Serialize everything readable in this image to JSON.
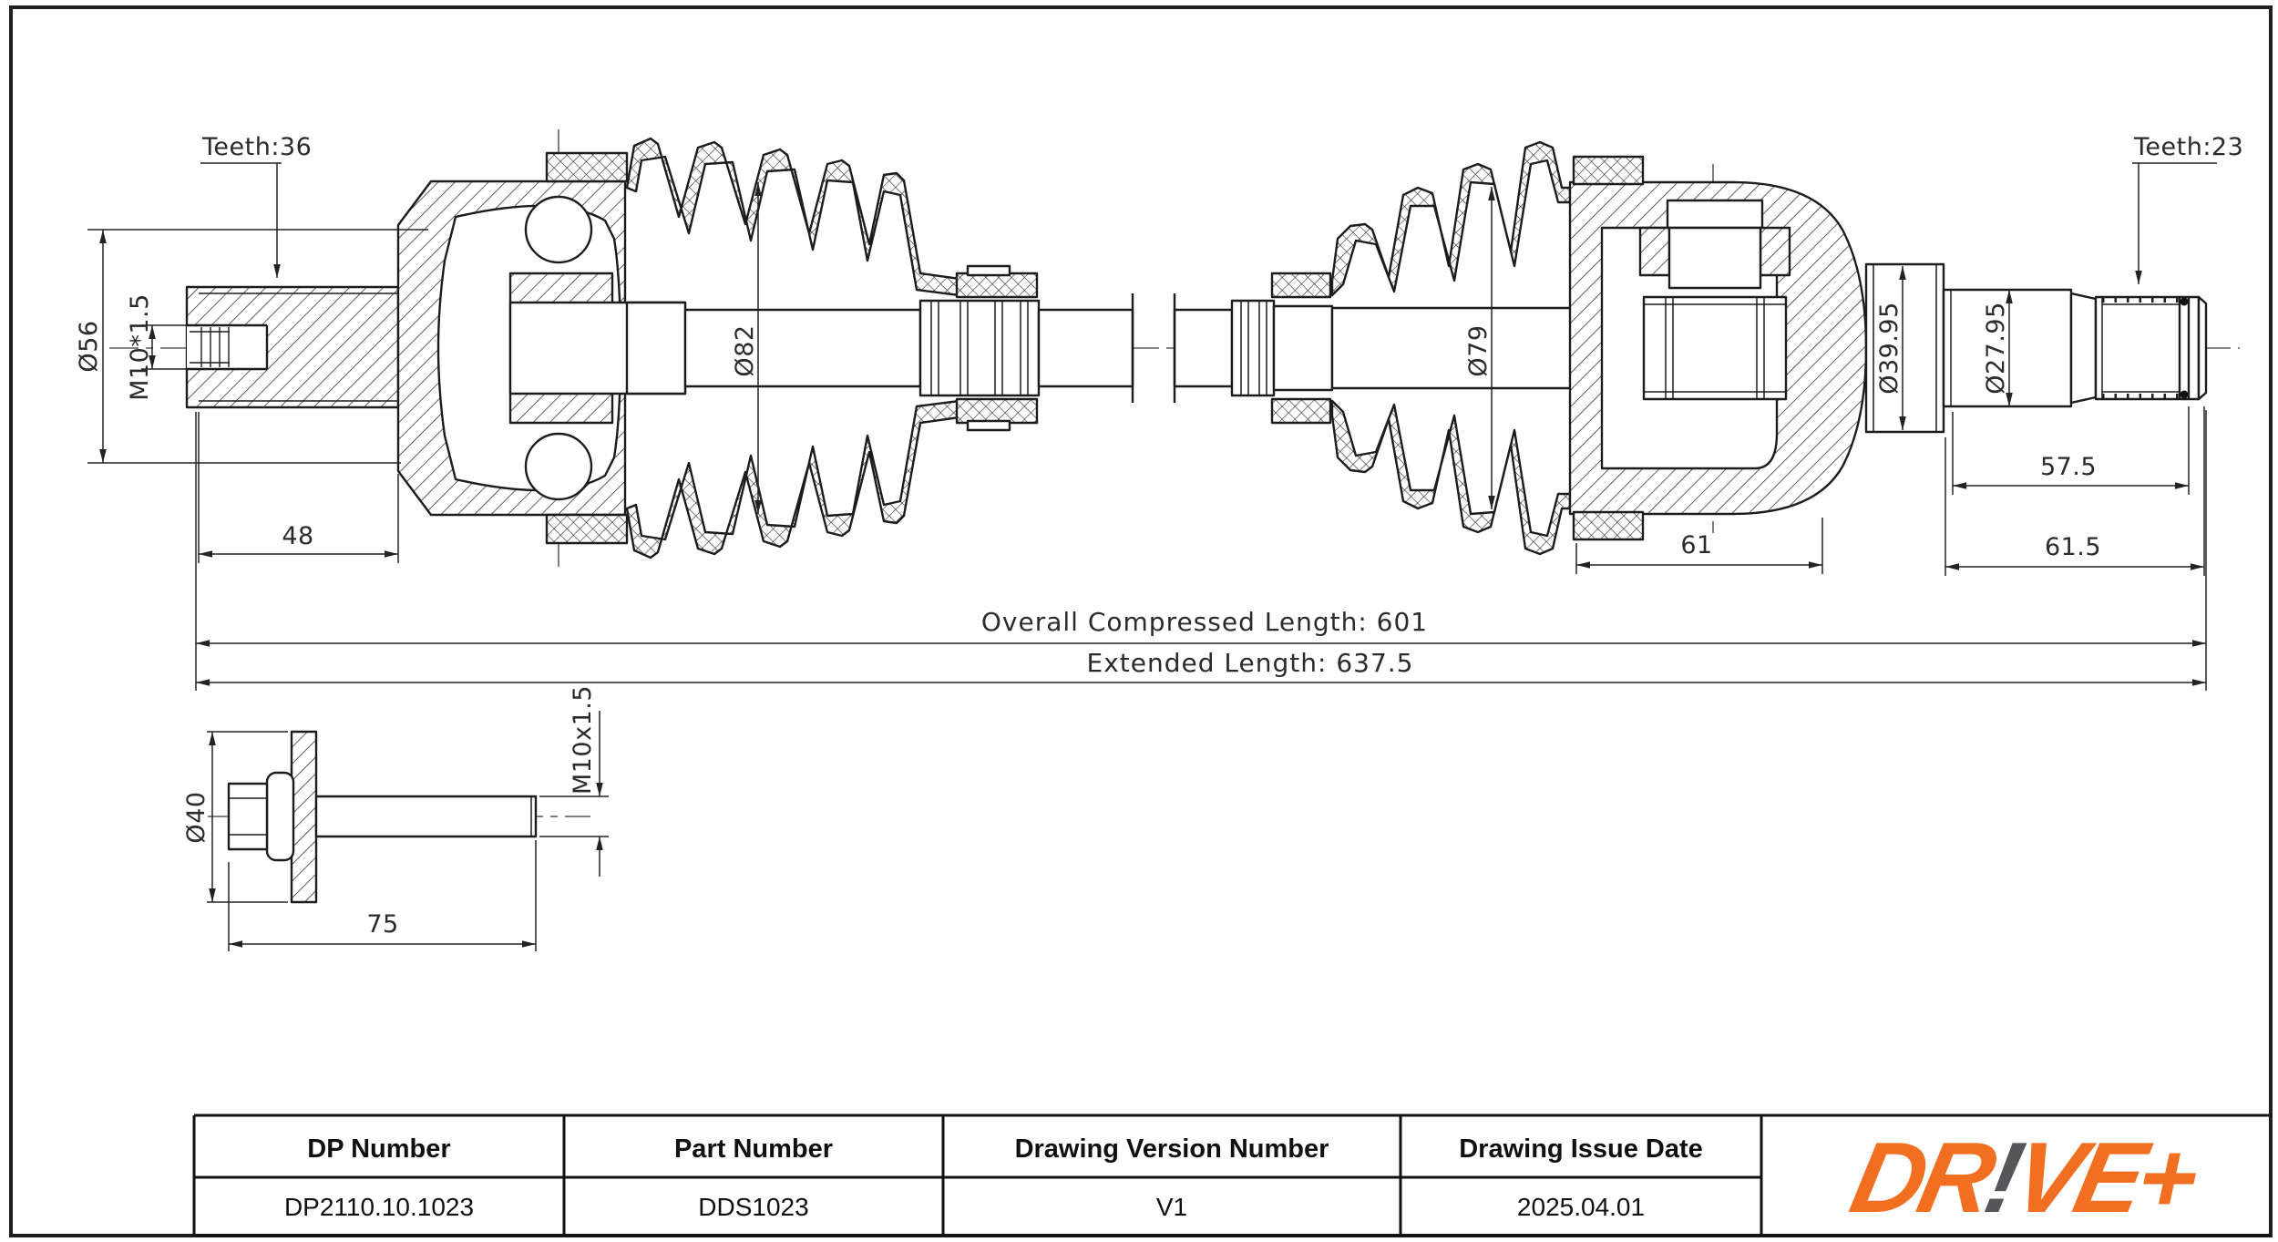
{
  "dims": {
    "teeth_left": "Teeth:36",
    "teeth_right": "Teeth:23",
    "dia_56": "Ø56",
    "thread_left": "M10*1.5",
    "dia_82": "Ø82",
    "dia_79": "Ø79",
    "dia_39_95": "Ø39.95",
    "dia_27_95": "Ø27.95",
    "len_48": "48",
    "len_61": "61",
    "len_57_5": "57.5",
    "len_61_5": "61.5",
    "overall": "Overall  Compressed  Length: 601",
    "extended": "Extended  Length: 637.5"
  },
  "bolt": {
    "dia": "Ø40",
    "thread": "M10x1.5",
    "len": "75"
  },
  "title_block": {
    "headers": [
      "DP Number",
      "Part Number",
      "Drawing Version Number",
      "Drawing Issue Date"
    ],
    "values": [
      "DP2110.10.1023",
      "DDS1023",
      "V1",
      "2025.04.01"
    ]
  },
  "logo": {
    "dr": "DR",
    "bang": "!",
    "rest": "VE+",
    "orange": "#F26F21",
    "gray": "#55565A"
  },
  "colors": {
    "line": "#1c1c1c",
    "dim_line": "#222222"
  }
}
